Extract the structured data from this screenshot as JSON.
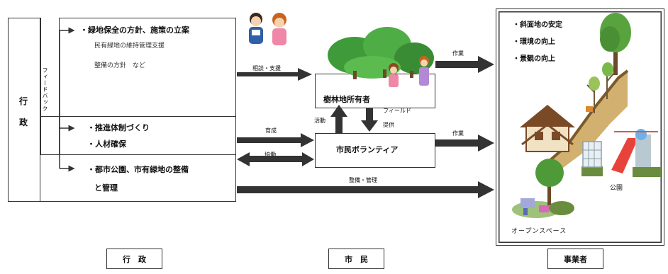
{
  "gyosei": {
    "label_chars": [
      "行",
      "政"
    ],
    "feedback_label": "フィードバック",
    "row1": {
      "title": "・緑地保全の方針、施策の立案",
      "sub1": "民有緑地の維持管理支援",
      "sub2": "整備の方針　など"
    },
    "row2": {
      "item1": "・推進体制づくり",
      "item2": "・人材確保"
    },
    "row3": {
      "line1": "・都市公園、市有緑地の整備",
      "line2": "と管理"
    }
  },
  "arrows": {
    "consult_support": "相談・支援",
    "sakugyo_top": "作業",
    "katsudo": "活動",
    "field": "フィールド",
    "teikyo": "提供",
    "ikusei": "育成",
    "kyodo": "協働",
    "sakugyo_mid": "作業",
    "seibi_kanri": "整備・管理"
  },
  "center": {
    "owner": "樹林地所有者",
    "volunteer": "市民ボランティア"
  },
  "right_panel": {
    "bullets": [
      "・斜面地の安定",
      "・環境の向上",
      "・景観の向上"
    ],
    "park_label": "公園",
    "open_space_label": "オープンスペース"
  },
  "footer": {
    "gyosei": "行　政",
    "shimin": "市　民",
    "jigyosha": "事業者"
  }
}
